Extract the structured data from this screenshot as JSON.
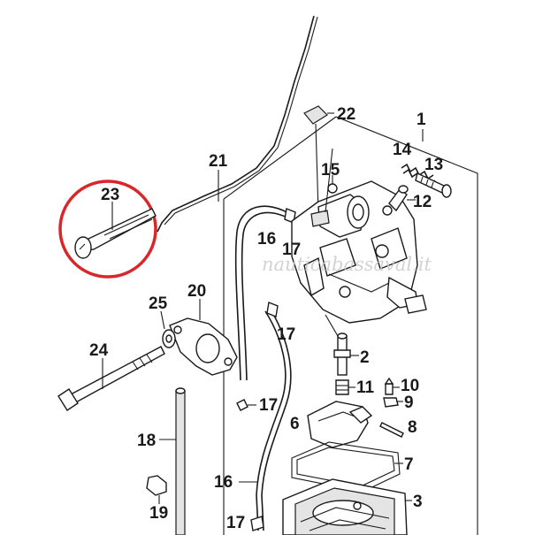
{
  "watermark": "nauticabassaval.it",
  "highlight_color": "#d9262b",
  "labels": {
    "p1": "1",
    "p2": "2",
    "p3": "3",
    "p6": "6",
    "p7": "7",
    "p8": "8",
    "p9": "9",
    "p10": "10",
    "p11": "11",
    "p12": "12",
    "p13": "13",
    "p14": "14",
    "p15": "15",
    "p16a": "16",
    "p16b": "16",
    "p17a": "17",
    "p17b": "17",
    "p17c": "17",
    "p17d": "17",
    "p18": "18",
    "p19": "19",
    "p20": "20",
    "p21": "21",
    "p22": "22",
    "p23": "23",
    "p24": "24",
    "p25": "25"
  }
}
